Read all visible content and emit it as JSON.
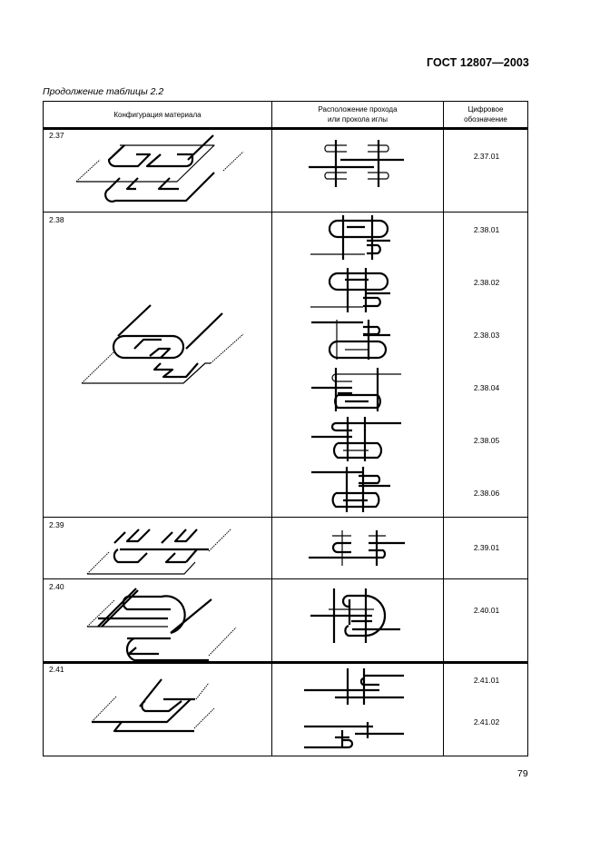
{
  "header": {
    "doc_code": "ГОСТ 12807—2003"
  },
  "caption": "Продолжение таблицы 2.2",
  "table": {
    "columns": [
      "Конфигурация материала",
      "Расположение прохода\nили прокола иглы",
      "Цифровое\nобозначение"
    ],
    "rows": [
      {
        "number": "2.37",
        "codes": [
          "2.37.01"
        ]
      },
      {
        "number": "2.38",
        "codes": [
          "2.38.01",
          "2.38.02",
          "2.38.03",
          "2.38.04",
          "2.38.05",
          "2.38.06"
        ]
      },
      {
        "number": "2.39",
        "codes": [
          "2.39.01"
        ]
      },
      {
        "number": "2.40",
        "codes": [
          "2.40.01"
        ]
      },
      {
        "number": "2.41",
        "codes": [
          "2.41.01",
          "2.41.02"
        ]
      }
    ]
  },
  "figures": {
    "configuration": [
      "material-config-2-37",
      "material-config-2-38",
      "material-config-2-39",
      "material-config-2-40",
      "material-config-2-41"
    ],
    "needle": [
      "needle-diagram-2-37-01",
      "needle-diagram-2-38-01",
      "needle-diagram-2-38-02",
      "needle-diagram-2-38-03",
      "needle-diagram-2-38-04",
      "needle-diagram-2-38-05",
      "needle-diagram-2-38-06",
      "needle-diagram-2-39-01",
      "needle-diagram-2-40-01",
      "needle-diagram-2-41-01",
      "needle-diagram-2-41-02"
    ]
  },
  "footer": {
    "page_number": "79"
  }
}
